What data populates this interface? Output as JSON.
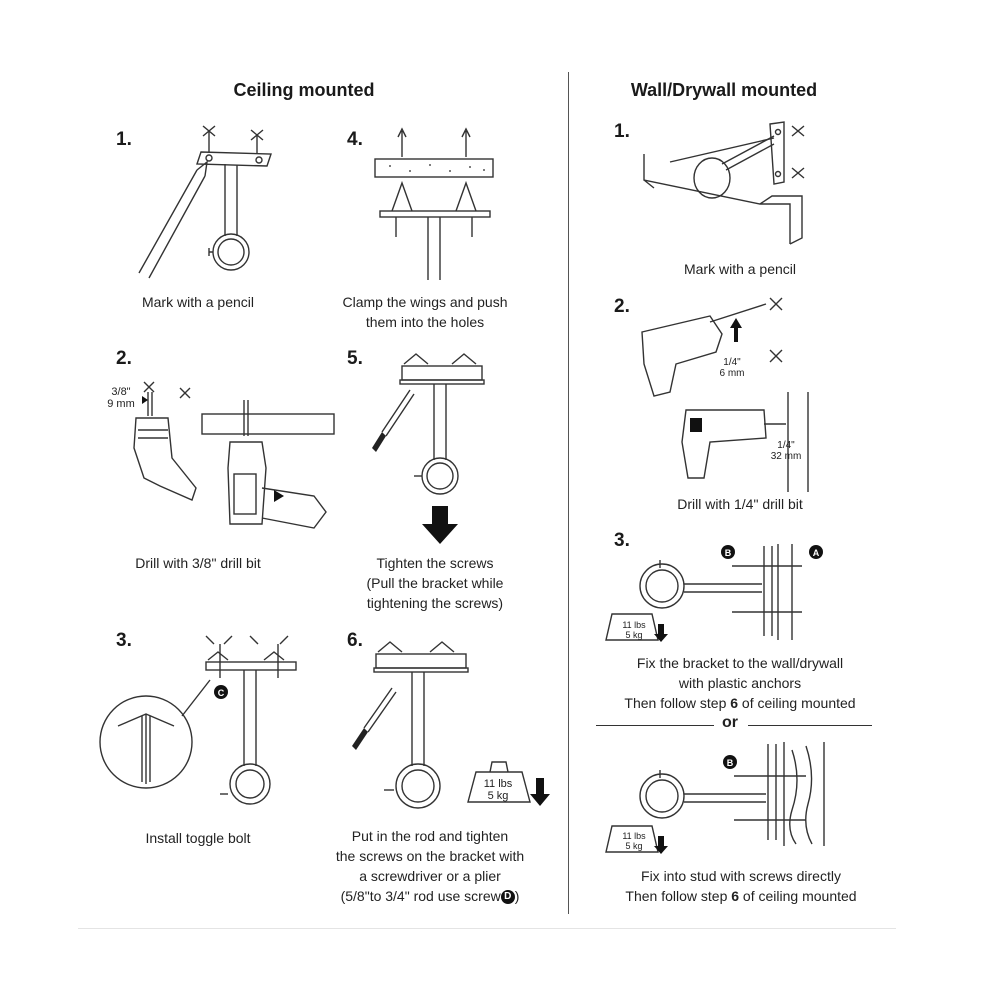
{
  "sections": {
    "ceiling_title": "Ceiling mounted",
    "wall_title": "Wall/Drywall mounted",
    "or_label": "or"
  },
  "ceiling": {
    "step1": {
      "number": "1.",
      "caption": "Mark with a pencil"
    },
    "step2": {
      "number": "2.",
      "caption": "Drill with 3/8\" drill bit",
      "size_in": "3/8\"",
      "size_mm": "9 mm"
    },
    "step3": {
      "number": "3.",
      "caption": "Install toggle bolt",
      "badge": "C"
    },
    "step4": {
      "number": "4.",
      "caption_line1": "Clamp the wings and push",
      "caption_line2": "them into the holes"
    },
    "step5": {
      "number": "5.",
      "caption_line1": "Tighten the screws",
      "caption_line2": "(Pull the bracket while",
      "caption_line3": "tightening the screws)"
    },
    "step6": {
      "number": "6.",
      "caption_line1": "Put in the rod and tighten",
      "caption_line2": "the screws on the bracket with",
      "caption_line3": "a screwdriver or a plier",
      "caption_line4": "(5/8\"to 3/4\" rod use screw",
      "caption_close": ")",
      "badge": "D",
      "weight_lbs": "11 lbs",
      "weight_kg": "5 kg"
    }
  },
  "wall": {
    "step1": {
      "number": "1.",
      "caption": "Mark with a pencil"
    },
    "step2": {
      "number": "2.",
      "caption": "Drill with 1/4\" drill bit",
      "size1_in": "1/4\"",
      "size1_mm": "6 mm",
      "size2_in": "1/4\"",
      "size2_mm": "32 mm"
    },
    "step3": {
      "number": "3.",
      "caption_line1": "Fix the bracket to the wall/drywall",
      "caption_line2": "with plastic anchors",
      "caption_line3_pre": "Then follow step ",
      "caption_line3_bold": "6",
      "caption_line3_post": " of ceiling mounted",
      "badge_a": "A",
      "badge_b": "B",
      "weight_lbs": "11 lbs",
      "weight_kg": "5 kg"
    },
    "alt": {
      "caption_line1": "Fix into stud with screws directly",
      "caption_line2_pre": "Then follow step ",
      "caption_line2_bold": "6",
      "caption_line2_post": " of ceiling mounted",
      "badge_b": "B",
      "weight_lbs": "11 lbs",
      "weight_kg": "5 kg"
    }
  }
}
